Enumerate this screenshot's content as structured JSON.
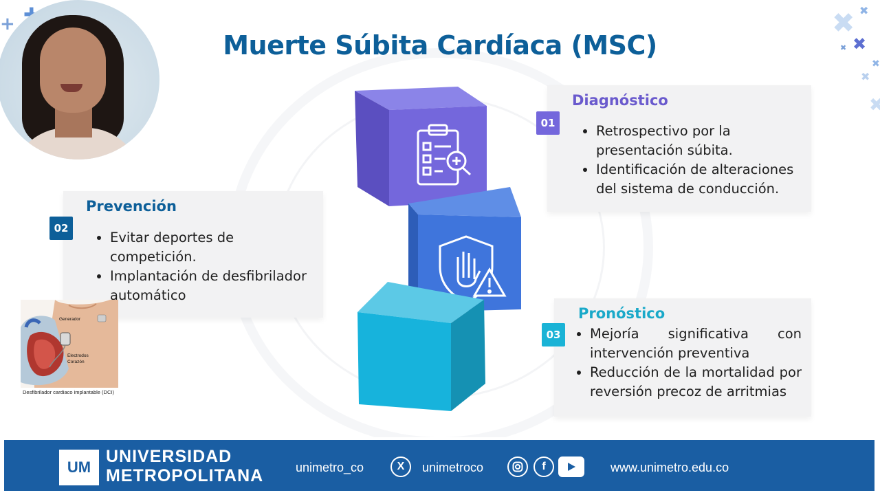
{
  "slide": {
    "title": "Muerte Súbita Cardíaca (MSC)"
  },
  "cards": [
    {
      "number": "01",
      "title": "Diagnóstico",
      "bullets": [
        "Retrospectivo por la presentación súbita.",
        "Identificación de alteraciones del sistema de conducción."
      ]
    },
    {
      "number": "02",
      "title": "Prevención",
      "bullets": [
        "Evitar deportes de competición.",
        "Implantación de desfibrilador automático"
      ]
    },
    {
      "number": "03",
      "title": "Pronóstico",
      "bullets": [
        "Mejoría significativa con intervención preventiva",
        "Reducción de la mortalidad por reversión precoz de arritmias"
      ]
    }
  ],
  "implant_figure": {
    "label_generator": "Generador",
    "label_electrodes": "Electrodos",
    "label_heart": "Corazón",
    "caption": "Desfibrilador cardiaco implantable (DCI)"
  },
  "footer": {
    "logo_initials": "UM",
    "university_line1": "UNIVERSIDAD",
    "university_line2": "METROPOLITANA",
    "handle_1": "unimetro_co",
    "handle_2": "unimetroco",
    "website": "www.unimetro.edu.co"
  },
  "icons": {
    "cube_1": "clipboard-search-icon",
    "cube_2": "shield-hand-warning-icon",
    "social": [
      "x-icon",
      "instagram-icon",
      "facebook-icon",
      "youtube-icon"
    ]
  },
  "colors": {
    "title": "#0d5f99",
    "diagnostico": "#6a5acd",
    "prevencion": "#0d5f99",
    "pronostico": "#1aa9c9",
    "footer": "#1a5ea3"
  }
}
